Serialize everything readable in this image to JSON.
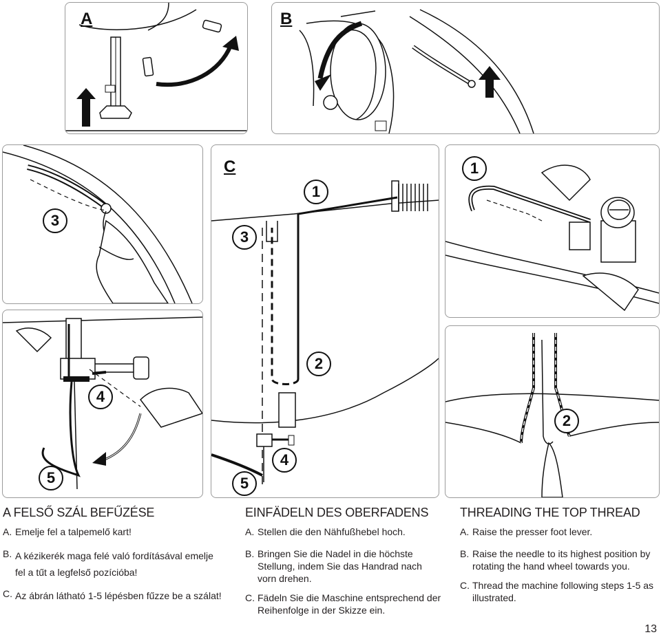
{
  "panels": {
    "a_label": "A",
    "b_label": "B",
    "c_label": "C",
    "steps": {
      "s1": "1",
      "s2": "2",
      "s3": "3",
      "s4": "4",
      "s5": "5"
    }
  },
  "columns": [
    {
      "title": "A FELSŐ SZÁL BEFŰZÉSE",
      "items": [
        {
          "key": "A.",
          "text": "Emelje fel a talpemelő kart!"
        },
        {
          "key": "B.",
          "text": "A kézikerék maga felé való fordításával emelje fel a tűt a legfelső pozícióba!"
        },
        {
          "key": "C.",
          "text": "Az ábrán látható 1-5 lépésben fűzze be a szálat!"
        }
      ]
    },
    {
      "title": "EINFÄDELN DES OBERFADENS",
      "items": [
        {
          "key": "A.",
          "text": "Stellen die den Nähfußhebel hoch."
        },
        {
          "key": "B.",
          "text": "Bringen Sie die Nadel in die höchste Stellung, indem Sie das Handrad nach vorn drehen."
        },
        {
          "key": "C.",
          "text": "Fädeln Sie die Maschine entsprechend der Reihenfolge in der Skizze ein."
        }
      ]
    },
    {
      "title": "THREADING THE TOP THREAD",
      "items": [
        {
          "key": "A.",
          "text": "Raise the presser foot lever."
        },
        {
          "key": "B.",
          "text": "Raise the needle to its highest position by rotating the hand wheel towards you."
        },
        {
          "key": "C.",
          "text": "Thread the machine following steps 1-5 as illustrated."
        }
      ]
    }
  ],
  "page_number": "13"
}
